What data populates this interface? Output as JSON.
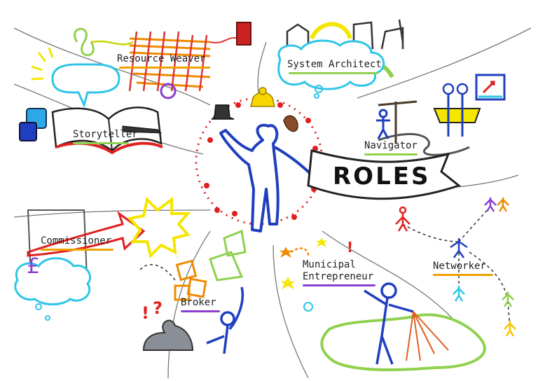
{
  "title": "ROLES",
  "roles": [
    {
      "id": "storyteller",
      "label": "Storyteller",
      "underline": "#8fd14f"
    },
    {
      "id": "resource-weaver",
      "label": "Resource Weaver",
      "underline": "#f0a000"
    },
    {
      "id": "system-architect",
      "label": "System Architect",
      "underline": "#8fd14f"
    },
    {
      "id": "navigator",
      "label": "Navigator",
      "underline": "#8fd14f"
    },
    {
      "id": "commissioner",
      "label": "Commissioner",
      "underline": "#f0a000"
    },
    {
      "id": "broker",
      "label": "Broker",
      "underline": "#8a3fd1"
    },
    {
      "id": "municipal-entrepreneur",
      "label_line1": "Municipal",
      "label_line2": "Entrepreneur",
      "underline": "#8a3fd1"
    },
    {
      "id": "networker",
      "label": "Networker",
      "underline": "#f0a000"
    }
  ],
  "colors": {
    "blue": "#1f3fbf",
    "red": "#e02020",
    "yellow": "#f5e600",
    "green": "#8fd14f",
    "cyan": "#2fc5e8",
    "orange": "#f08a00",
    "purple": "#8a3fd1",
    "dark": "#222222"
  }
}
